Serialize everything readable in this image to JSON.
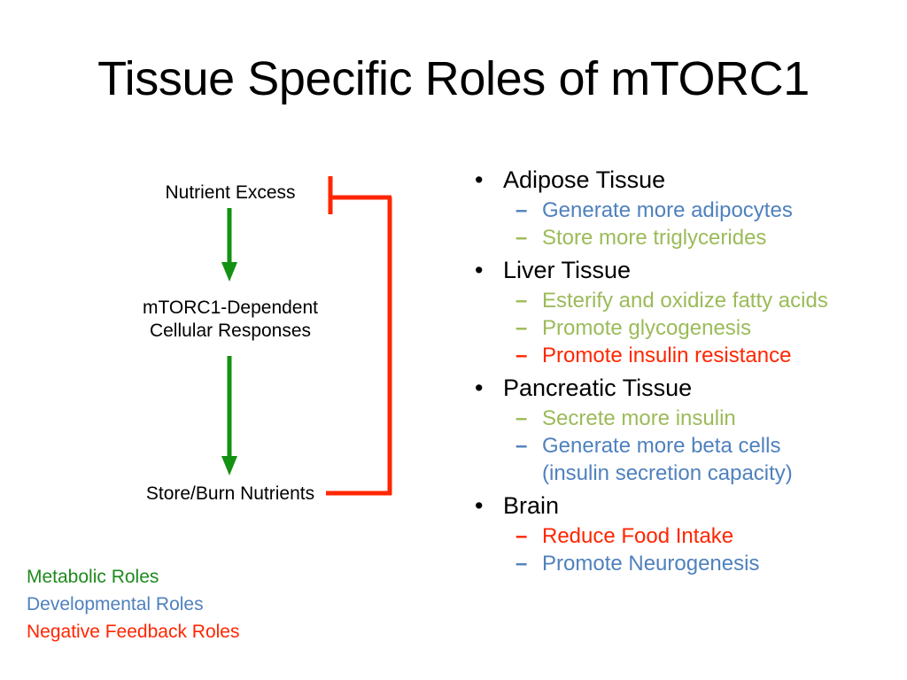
{
  "slide": {
    "title": "Tissue Specific Roles of mTORC1",
    "background": "#ffffff"
  },
  "colors": {
    "text_black": "#000000",
    "metabolic_green_legend": "#1E8A1E",
    "metabolic_green_bullet": "#9BBB59",
    "developmental_blue": "#4F81BD",
    "negative_feedback_red": "#FF2600",
    "arrow_green": "#139113"
  },
  "diagram": {
    "nodes": {
      "top": "Nutrient Excess",
      "middle_line1": "mTORC1-Dependent",
      "middle_line2": "Cellular Responses",
      "bottom": "Store/Burn Nutrients"
    },
    "arrows": {
      "arrow_1_label": "Nutrient Excess to mTORC1-Dependent Cellular Responses",
      "arrow_2_label": "mTORC1-Dependent Cellular Responses to Store/Burn Nutrients",
      "feedback_label": "Store/Burn Nutrients inhibits Nutrient Excess"
    }
  },
  "legend": {
    "items": [
      {
        "label": "Metabolic Roles",
        "color": "#1E8A1E"
      },
      {
        "label": "Developmental Roles",
        "color": "#4F81BD"
      },
      {
        "label": "Negative Feedback Roles",
        "color": "#FF2600"
      }
    ]
  },
  "bullets": {
    "bullet_marker": "•",
    "dash_marker": "–",
    "sections": [
      {
        "title": "Adipose Tissue",
        "items": [
          {
            "text": "Generate more adipocytes",
            "color": "#4F81BD",
            "role": "developmental"
          },
          {
            "text": "Store more triglycerides",
            "color": "#9BBB59",
            "role": "metabolic"
          }
        ]
      },
      {
        "title": "Liver Tissue",
        "items": [
          {
            "text": "Esterify and oxidize fatty acids",
            "color": "#9BBB59",
            "role": "metabolic"
          },
          {
            "text": "Promote glycogenesis",
            "color": "#9BBB59",
            "role": "metabolic"
          },
          {
            "text": "Promote insulin resistance",
            "color": "#FF2600",
            "role": "negative-feedback"
          }
        ]
      },
      {
        "title": "Pancreatic Tissue",
        "items": [
          {
            "text": "Secrete more insulin",
            "color": "#9BBB59",
            "role": "metabolic"
          },
          {
            "text": "Generate more beta cells",
            "continuation": "(insulin secretion capacity)",
            "color": "#4F81BD",
            "role": "developmental"
          }
        ]
      },
      {
        "title": "Brain",
        "items": [
          {
            "text": "Reduce Food Intake",
            "color": "#FF2600",
            "role": "negative-feedback"
          },
          {
            "text": "Promote Neurogenesis",
            "color": "#4F81BD",
            "role": "developmental"
          }
        ]
      }
    ]
  }
}
